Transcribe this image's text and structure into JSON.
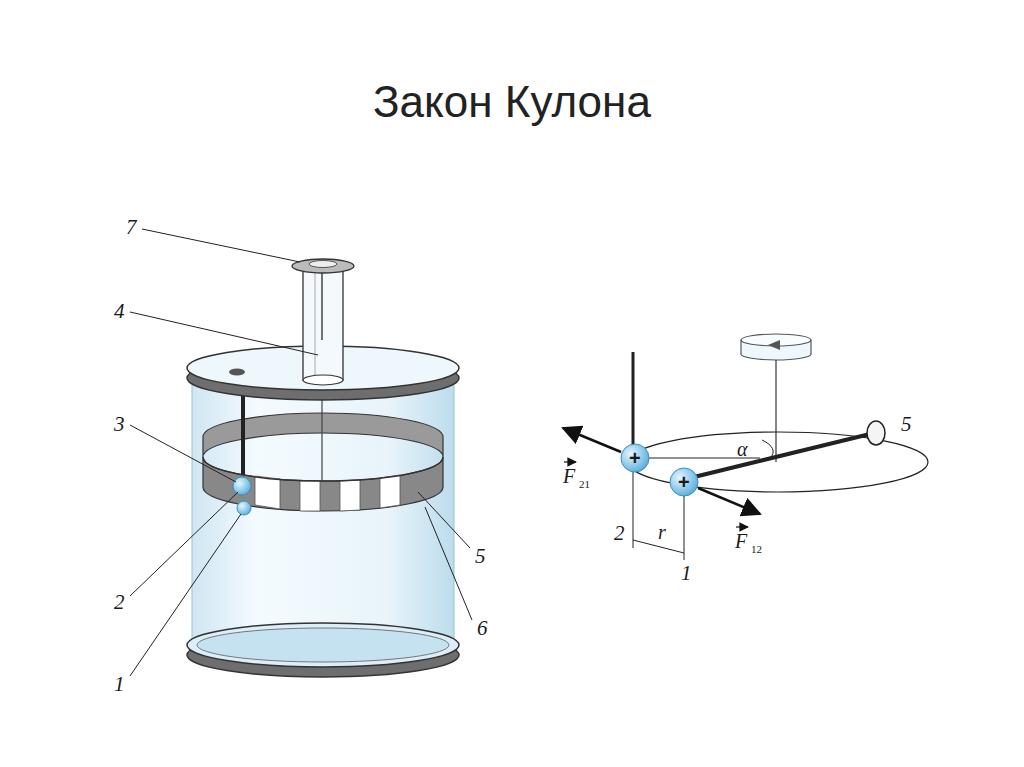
{
  "diagram": {
    "title": "Закон Кулона",
    "labels": [
      "7",
      "4",
      "3",
      "2",
      "1",
      "5",
      "6",
      "+",
      "+",
      "F",
      "21",
      "F",
      "12",
      "α",
      "2",
      "r",
      "1",
      "5"
    ]
  }
}
